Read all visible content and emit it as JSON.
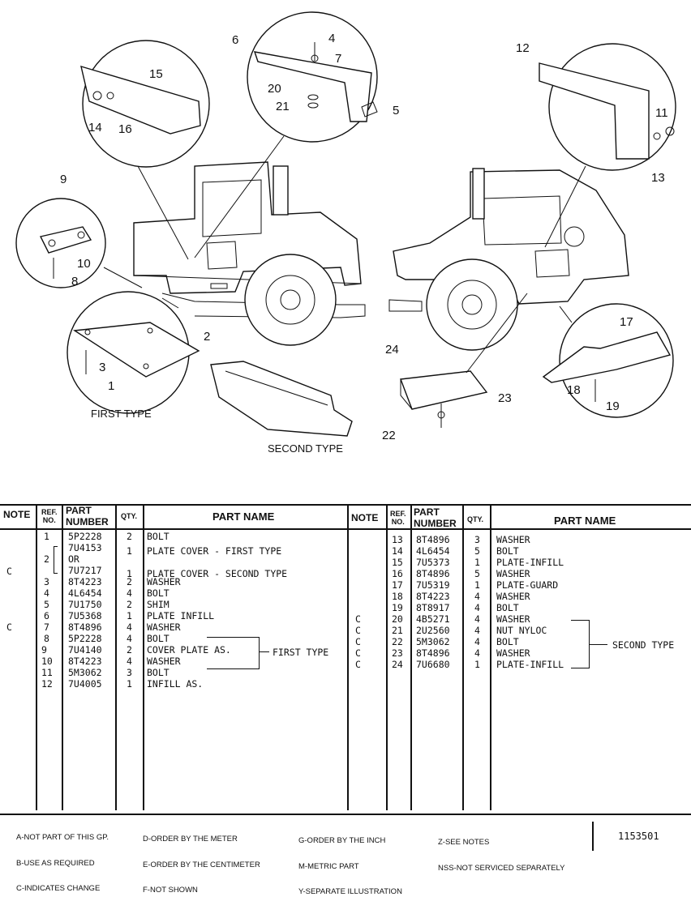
{
  "illustration": {
    "callouts": [
      "1",
      "2",
      "3",
      "4",
      "5",
      "6",
      "7",
      "8",
      "9",
      "10",
      "11",
      "12",
      "13",
      "14",
      "15",
      "16",
      "17",
      "18",
      "19",
      "20",
      "21",
      "22",
      "23",
      "24"
    ],
    "captions": {
      "first_type": "FIRST TYPE",
      "second_type": "SECOND TYPE"
    }
  },
  "table": {
    "headers": {
      "note": "NOTE",
      "ref_no_1": "REF.",
      "ref_no_2": "NO.",
      "part_number_1": "PART",
      "part_number_2": "NUMBER",
      "qty": "QTY.",
      "part_name": "PART NAME"
    },
    "left_rows": [
      {
        "note": "",
        "ref": "1",
        "part": "5P2228",
        "qty": "2",
        "name": "BOLT"
      },
      {
        "note": "",
        "ref": "",
        "part": "7U4153",
        "qty": "1",
        "name": "PLATE COVER - FIRST TYPE"
      },
      {
        "note": "",
        "ref": "2",
        "part": "OR",
        "qty": "",
        "name": ""
      },
      {
        "note": "C",
        "ref": "",
        "part": "7U7217",
        "qty": "1",
        "name": "PLATE COVER - SECOND TYPE"
      },
      {
        "note": "",
        "ref": "3",
        "part": "8T4223",
        "qty": "2",
        "name": "WASHER"
      },
      {
        "note": "",
        "ref": "4",
        "part": "4L6454",
        "qty": "4",
        "name": "BOLT"
      },
      {
        "note": "",
        "ref": "5",
        "part": "7U1750",
        "qty": "2",
        "name": "SHIM"
      },
      {
        "note": "",
        "ref": "6",
        "part": "7U5368",
        "qty": "1",
        "name": "PLATE INFILL"
      },
      {
        "note": "C",
        "ref": "7",
        "part": "8T4896",
        "qty": "4",
        "name": "WASHER"
      },
      {
        "note": "",
        "ref": "8",
        "part": "5P2228",
        "qty": "4",
        "name": "BOLT"
      },
      {
        "note": "",
        "ref": "9",
        "part": "7U4140",
        "qty": "2",
        "name": "COVER PLATE AS."
      },
      {
        "note": "",
        "ref": "10",
        "part": "8T4223",
        "qty": "4",
        "name": "WASHER"
      },
      {
        "note": "",
        "ref": "11",
        "part": "5M3062",
        "qty": "3",
        "name": "BOLT"
      },
      {
        "note": "",
        "ref": "12",
        "part": "7U4005",
        "qty": "1",
        "name": "INFILL AS."
      }
    ],
    "left_group_label": "FIRST TYPE",
    "right_rows": [
      {
        "note": "",
        "ref": "13",
        "part": "8T4896",
        "qty": "3",
        "name": "WASHER"
      },
      {
        "note": "",
        "ref": "14",
        "part": "4L6454",
        "qty": "5",
        "name": "BOLT"
      },
      {
        "note": "",
        "ref": "15",
        "part": "7U5373",
        "qty": "1",
        "name": "PLATE-INFILL"
      },
      {
        "note": "",
        "ref": "16",
        "part": "8T4896",
        "qty": "5",
        "name": "WASHER"
      },
      {
        "note": "",
        "ref": "17",
        "part": "7U5319",
        "qty": "1",
        "name": "PLATE-GUARD"
      },
      {
        "note": "",
        "ref": "18",
        "part": "8T4223",
        "qty": "4",
        "name": "WASHER"
      },
      {
        "note": "",
        "ref": "19",
        "part": "8T8917",
        "qty": "4",
        "name": "BOLT"
      },
      {
        "note": "C",
        "ref": "20",
        "part": "4B5271",
        "qty": "4",
        "name": "WASHER"
      },
      {
        "note": "C",
        "ref": "21",
        "part": "2U2560",
        "qty": "4",
        "name": "NUT NYLOC"
      },
      {
        "note": "C",
        "ref": "22",
        "part": "5M3062",
        "qty": "4",
        "name": "BOLT"
      },
      {
        "note": "C",
        "ref": "23",
        "part": "8T4896",
        "qty": "4",
        "name": "WASHER"
      },
      {
        "note": "C",
        "ref": "24",
        "part": "7U6680",
        "qty": "1",
        "name": "PLATE-INFILL"
      }
    ],
    "right_group_label": "SECOND TYPE"
  },
  "legend": {
    "col1": [
      "A-NOT PART OF THIS GP.",
      "B-USE AS REQUIRED",
      "C-INDICATES CHANGE"
    ],
    "col2": [
      "D-ORDER BY THE METER",
      "E-ORDER BY THE CENTIMETER",
      "F-NOT SHOWN"
    ],
    "col3": [
      "G-ORDER BY THE INCH",
      "M-METRIC PART",
      "Y-SEPARATE ILLUSTRATION"
    ],
    "col4": [
      "Z-SEE NOTES",
      "NSS-NOT SERVICED SEPARATELY"
    ],
    "doc_number": "1153501"
  }
}
